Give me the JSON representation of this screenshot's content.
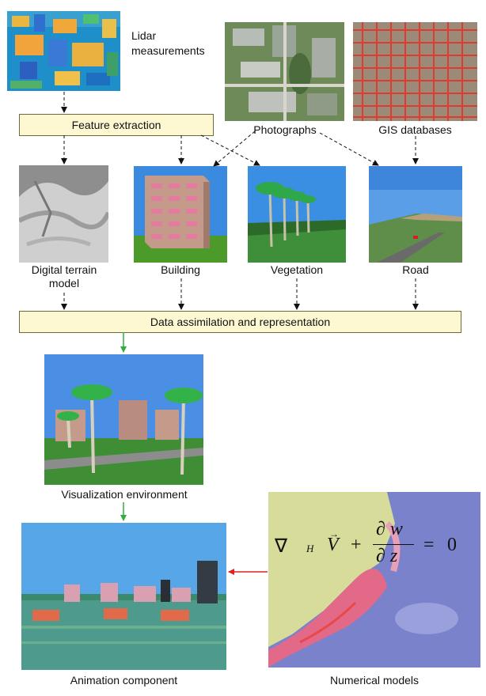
{
  "sources": {
    "lidar": "Lidar measurements",
    "photographs": "Photographs",
    "gis": "GIS databases"
  },
  "process_boxes": {
    "feature_extraction": "Feature extraction",
    "data_assimilation": "Data assimilation and representation"
  },
  "features": {
    "terrain_line1": "Digital terrain",
    "terrain_line2": "model",
    "building": "Building",
    "vegetation": "Vegetation",
    "road": "Road"
  },
  "outputs": {
    "visualization": "Visualization environment",
    "animation": "Animation component",
    "numerical": "Numerical models"
  },
  "equation": {
    "nabla": "∇",
    "sub_h": "H",
    "vec_v": "V",
    "plus": "+",
    "partial_w": "∂ w",
    "partial_z": "∂ z",
    "equals": "=",
    "zero": "0"
  },
  "colors": {
    "box_fill": "#fdf8d2",
    "green_arrow": "#2fae3c",
    "red_arrow": "#e02020",
    "black_arrow": "#111111"
  }
}
